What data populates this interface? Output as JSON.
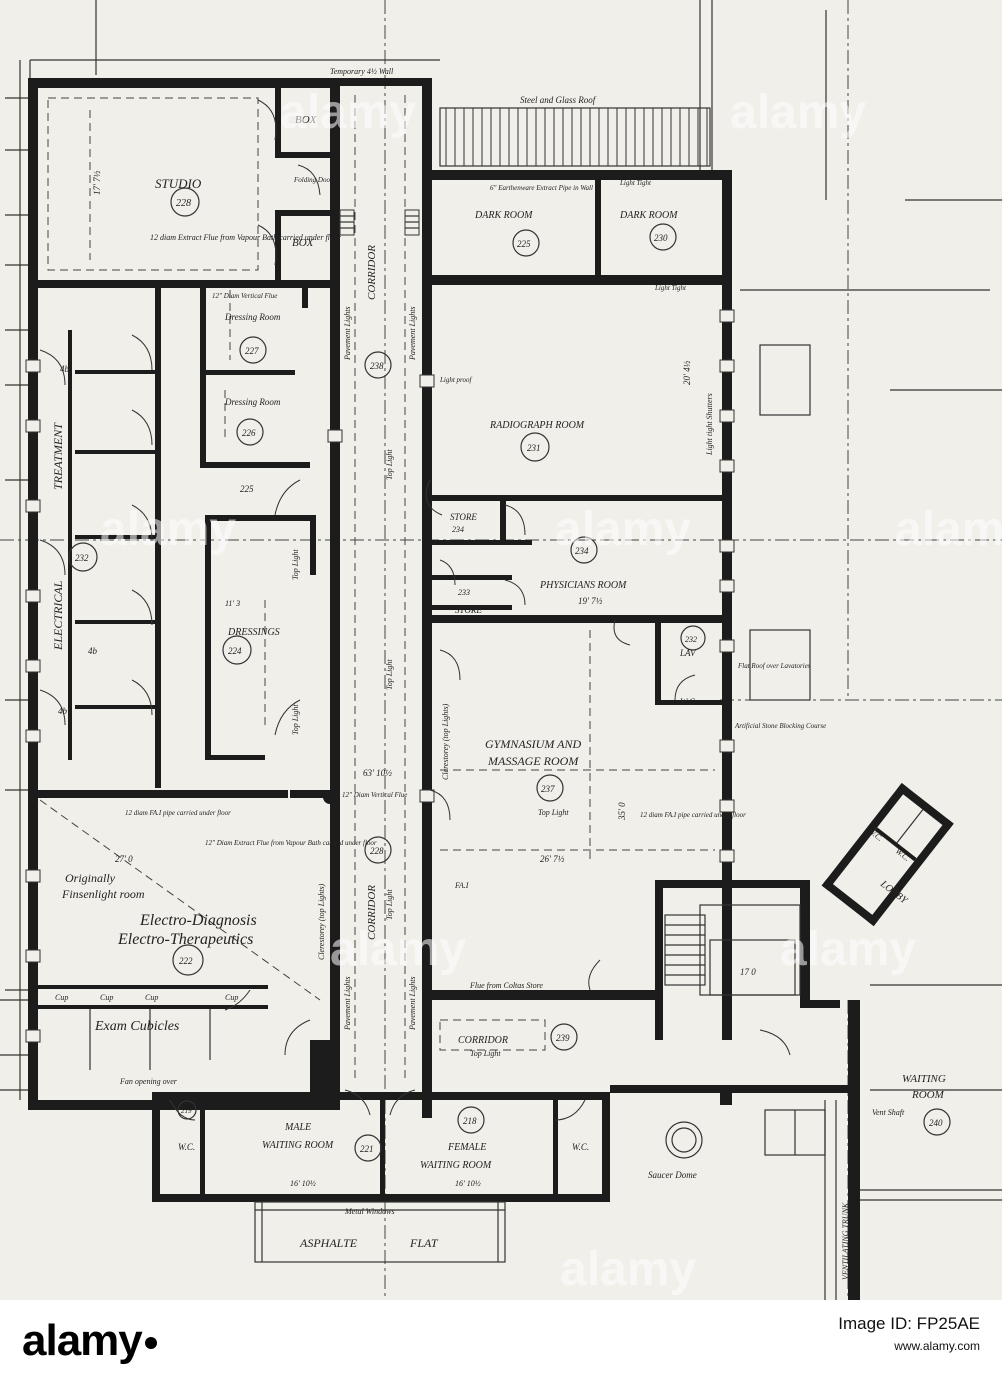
{
  "plan": {
    "notes": {
      "temp_wall": "Temporary 4½ Wall",
      "glass_roof": "Steel and Glass Roof",
      "earthenware": "6\" Earthenware Extract Pipe in Wall",
      "light_tight": "Light Tight",
      "folding_doors": "Folding Doors",
      "flue_vertical": "12\" Diam Vertical Flue",
      "extract_flue_studio": "12 diam Extract Flue from Vapour Bath carried under floor",
      "pavement_lights": "Pavement Lights",
      "top_light": "Top Light",
      "clerestory": "Clerestorey (top Lights)",
      "light_tight_shutters": "Light tight Shutters",
      "light_proof": "Light proof",
      "fa_pipe": "12 diam FA.I pipe carried under floor",
      "extract_flue_vapour": "12\" Diam Extract Flue from Vapour Bath carried under floor",
      "flat_roof": "Flat Roof over Lavatories",
      "artificial_stone": "Artificial Stone Blocking Course",
      "flue_coltas": "Flue from Coltas Store",
      "fan_opening": "Fan opening over",
      "vent_shaft": "Vent Shaft",
      "ventilating_trunk": "VENTILATING TRUNK",
      "saucer_dome": "Saucer Dome",
      "metal_windows": "Metal Windows",
      "fai": "FA.I"
    },
    "rooms": {
      "studio": "STUDIO",
      "studio_no": "228",
      "box": "BOX",
      "dark_room": "DARK ROOM",
      "dark1_no": "225",
      "dark2_no": "230",
      "dressing_room": "Dressing Room",
      "dress1_no": "227",
      "dress2_no": "226",
      "corridor": "CORRIDOR",
      "corridor_no": "238",
      "corridor2_no": "228",
      "radiograph": "RADIOGRAPH ROOM",
      "radiograph_no": "231",
      "treatment": "TREATMENT",
      "electrical": "ELECTRICAL",
      "electrical_no": "232",
      "store": "STORE",
      "store1_no": "234",
      "store2_no": "233",
      "physicians": "PHYSICIANS ROOM",
      "physicians_no": "234",
      "dressings": "DRESSINGS",
      "dressings_no": "224",
      "lav": "LAV",
      "lav_no": "232",
      "wc": "W.C.",
      "gym_line1": "GYMNASIUM AND",
      "gym_line2": "MASSAGE ROOM",
      "gym_no": "237",
      "lobby": "LOBBY",
      "electro_line1": "Originally",
      "electro_line2": "Finsenlight room",
      "electro_line3": "Electro-Diagnosis",
      "electro_line4": "Electro-Therapeutics",
      "electro_no": "222",
      "exam": "Exam Cubicles",
      "cup": "Cup",
      "corridor_lower": "CORRIDOR",
      "corridor_lower_no": "239",
      "male_line1": "MALE",
      "male_line2": "WAITING ROOM",
      "male_no": "221",
      "female_line1": "FEMALE",
      "female_line2": "WAITING ROOM",
      "female_no": "218",
      "waiting_line1": "WAITING",
      "waiting_line2": "ROOM",
      "waiting_no": "240",
      "wc_small_no": "219",
      "asphalte": "ASPHALTE",
      "flat": "FLAT"
    },
    "dims": {
      "studio_h": "17' 7½",
      "radiograph_w": "20' 4½",
      "physicians_w": "19' 7½",
      "gym_h": "35' 0",
      "gym_w": "26' 7½",
      "electro_w": "27' 0",
      "corridor_len": "63' 10½",
      "male_w": "16' 10½",
      "female_w": "16' 10½",
      "stair_w": "17 0",
      "dressings_w": "11' 3",
      "cub_label": "4b",
      "dim_225": "225"
    }
  },
  "watermark": "alamy",
  "stock": {
    "logo": "alamy",
    "image_id": "Image ID: FP25AE",
    "url": "www.alamy.com"
  }
}
